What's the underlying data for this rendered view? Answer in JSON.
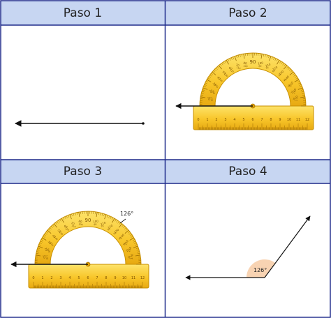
{
  "panels": [
    {
      "title": "Paso 1"
    },
    {
      "title": "Paso 2"
    },
    {
      "title": "Paso 3"
    },
    {
      "title": "Paso 4"
    }
  ],
  "angle_label": "126°",
  "angle_degrees": 126,
  "protractor_center_mark": "90",
  "ruler_numbers": [
    "0",
    "1",
    "2",
    "3",
    "4",
    "5",
    "6",
    "7",
    "8",
    "9",
    "10",
    "11",
    "12"
  ],
  "colors": {
    "header_bg": "#c7d6f2",
    "border": "#1e2a8a",
    "protractor_fill": "#f8c62a",
    "protractor_edge": "#c78f00",
    "angle_fill": "#f8d3b2"
  }
}
